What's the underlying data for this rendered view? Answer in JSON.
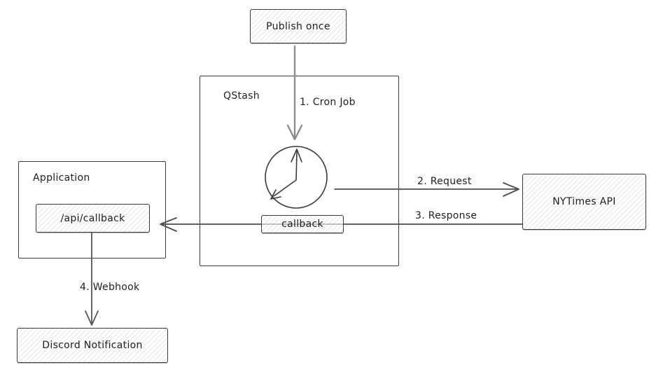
{
  "diagram": {
    "colors": {
      "background": "#ffffff",
      "shape_stroke": "#3a3a3a",
      "arrow_dark": "#4d4d4d",
      "arrow_gray": "#8c8c8c",
      "text": "#1e1e1e",
      "hatch_fill": "#ededed"
    },
    "nodes": {
      "publish_once": {
        "label": "Publish once"
      },
      "qstash": {
        "label": "QStash"
      },
      "callback": {
        "label": "callback"
      },
      "application": {
        "label": "Application"
      },
      "api_callback": {
        "label": "/api/callback"
      },
      "nytimes_api": {
        "label": "NYTimes API"
      },
      "discord": {
        "label": "Discord Notification"
      }
    },
    "edges": {
      "cron_job": {
        "label": "1. Cron Job"
      },
      "request": {
        "label": "2. Request"
      },
      "response": {
        "label": "3. Response"
      },
      "webhook": {
        "label": "4. Webhook"
      }
    }
  }
}
